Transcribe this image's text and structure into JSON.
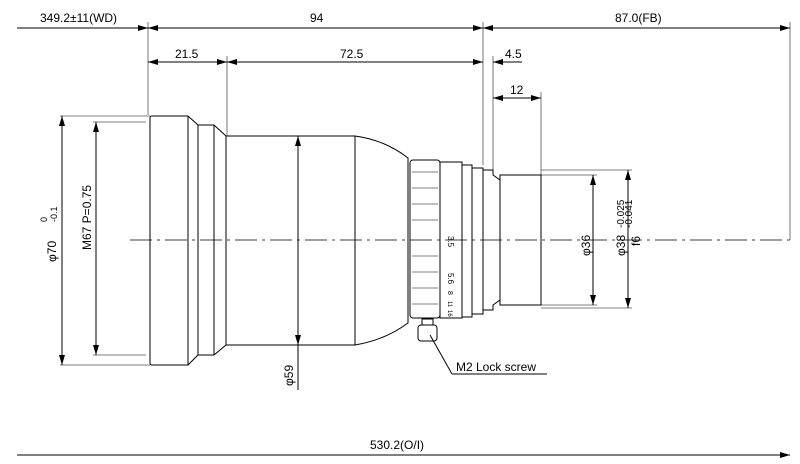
{
  "drawing": {
    "dims": {
      "working_distance": "349.2±11(WD)",
      "length": "94",
      "flange_back": "87.0(FB)",
      "front_section": "21.5",
      "rear_section": "72.5",
      "mount_step": "4.5",
      "mount_length": "12",
      "overall": "530.2(O/I)"
    },
    "diameters": {
      "front_outer": "φ70",
      "front_outer_tol_upper": "0",
      "front_outer_tol_lower": "-0.1",
      "filter_thread": "M67 P=0.75",
      "barrel": "φ59",
      "mount_inner": "φ36",
      "mount_outer": "φ38",
      "mount_outer_tol_upper": "-0.025",
      "mount_outer_tol_lower": "-0.041",
      "mount_fit": "f6"
    },
    "aperture_scale": [
      "3.5",
      "5.6",
      "8",
      "11",
      "16"
    ],
    "callout": "M2 Lock screw"
  }
}
